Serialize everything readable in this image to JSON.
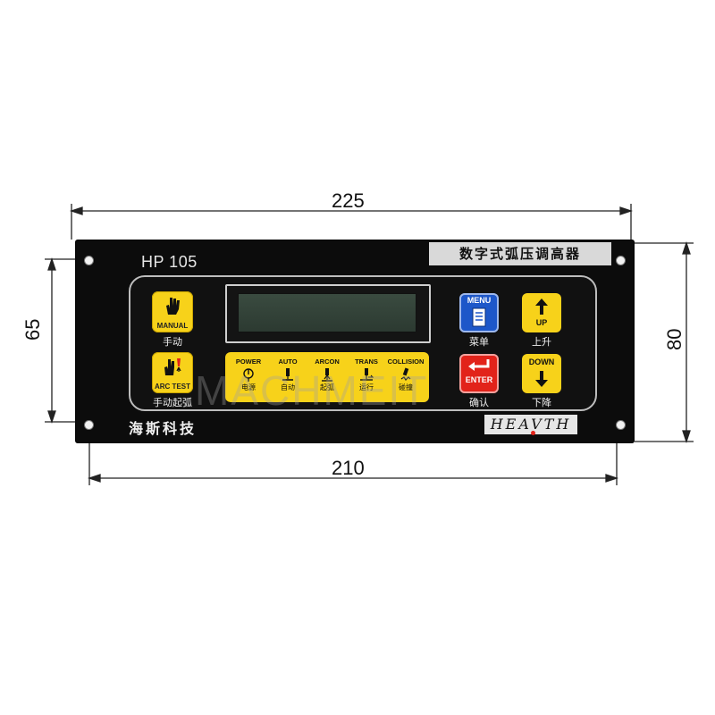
{
  "dimensions": {
    "width_top": "225",
    "width_bottom": "210",
    "height_left": "65",
    "height_right": "80"
  },
  "panel": {
    "model": "HP 105",
    "title_cn": "数字式弧压调高器",
    "brand_cn": "海斯科技",
    "brand_en": "HEAVTH",
    "keys": {
      "manual": {
        "label": "MANUAL",
        "caption": "手动"
      },
      "arc_test": {
        "label": "ARC TEST",
        "caption": "手动起弧"
      },
      "menu": {
        "label": "MENU",
        "caption": "菜单"
      },
      "enter": {
        "label": "ENTER",
        "caption": "确认"
      },
      "up": {
        "label": "UP",
        "caption": "上升"
      },
      "down": {
        "label": "DOWN",
        "caption": "下降"
      }
    },
    "indicators": [
      {
        "top": "POWER",
        "bottom": "电源",
        "icon": "power-plug-icon"
      },
      {
        "top": "AUTO",
        "bottom": "自动",
        "icon": "torch-auto-icon"
      },
      {
        "top": "ARCON",
        "bottom": "起弧",
        "icon": "arc-on-icon"
      },
      {
        "top": "TRANS",
        "bottom": "运行",
        "icon": "torch-transfer-icon"
      },
      {
        "top": "COLLISION",
        "bottom": "碰撞",
        "icon": "collision-icon"
      }
    ],
    "colors": {
      "panel": "#0c0c0c",
      "key_yellow": "#f7d21a",
      "menu_blue": "#1d57c9",
      "enter_red": "#e2231a"
    }
  },
  "watermark": "MACHMEIT"
}
